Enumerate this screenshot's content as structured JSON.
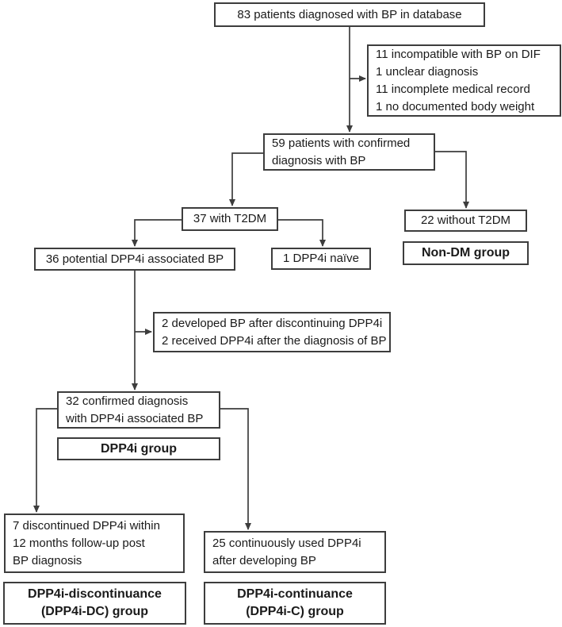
{
  "diagram": {
    "kind": "patient-flowchart",
    "colors": {
      "background": "#ffffff",
      "border": "#3d3d3d",
      "line": "#3d3d3d",
      "text": "#1a1a1a"
    },
    "nodes": {
      "patients_total": {
        "lines": [
          "83 patients diagnosed with BP in database"
        ]
      },
      "excluded_initial": {
        "lines": [
          "11 incompatible with BP on DIF",
          "1 unclear diagnosis",
          "11 incomplete medical record",
          "1 no documented body weight"
        ]
      },
      "confirmed_bp": {
        "lines": [
          "59 patients with confirmed",
          "diagnosis with BP"
        ]
      },
      "with_t2dm": {
        "lines": [
          "37 with T2DM"
        ]
      },
      "without_t2dm": {
        "lines": [
          "22 without T2DM"
        ]
      },
      "non_dm_group": {
        "lines": [
          "Non-DM group"
        ]
      },
      "potential_dpp4i": {
        "lines": [
          "36 potential DPP4i associated BP"
        ]
      },
      "dpp4i_naive": {
        "lines": [
          "1 DPP4i naïve"
        ]
      },
      "excluded_dpp4i": {
        "lines": [
          "2 developed BP after discontinuing DPP4i",
          "2 received DPP4i after the diagnosis of BP"
        ]
      },
      "confirmed_dpp4i": {
        "lines": [
          "32 confirmed diagnosis",
          "with DPP4i associated BP"
        ]
      },
      "dpp4i_group": {
        "lines": [
          "DPP4i group"
        ]
      },
      "discontinued": {
        "lines": [
          "7 discontinued DPP4i within",
          "12 months follow-up post",
          "BP diagnosis"
        ]
      },
      "continued": {
        "lines": [
          "25 continuously used DPP4i",
          "after developing BP"
        ]
      },
      "dpp4i_dc_group": {
        "lines": [
          "DPP4i-discontinuance",
          "(DPP4i-DC) group"
        ]
      },
      "dpp4i_c_group": {
        "lines": [
          "DPP4i-continuance",
          "(DPP4i-C) group"
        ]
      }
    },
    "edges": [
      {
        "from": "patients_total",
        "to": "confirmed_bp"
      },
      {
        "from": "patients_total",
        "to": "excluded_initial"
      },
      {
        "from": "confirmed_bp",
        "to": "with_t2dm"
      },
      {
        "from": "confirmed_bp",
        "to": "without_t2dm"
      },
      {
        "from": "with_t2dm",
        "to": "potential_dpp4i"
      },
      {
        "from": "with_t2dm",
        "to": "dpp4i_naive"
      },
      {
        "from": "potential_dpp4i",
        "to": "confirmed_dpp4i"
      },
      {
        "from": "potential_dpp4i",
        "to": "excluded_dpp4i"
      },
      {
        "from": "confirmed_dpp4i",
        "to": "discontinued"
      },
      {
        "from": "confirmed_dpp4i",
        "to": "continued"
      }
    ]
  }
}
